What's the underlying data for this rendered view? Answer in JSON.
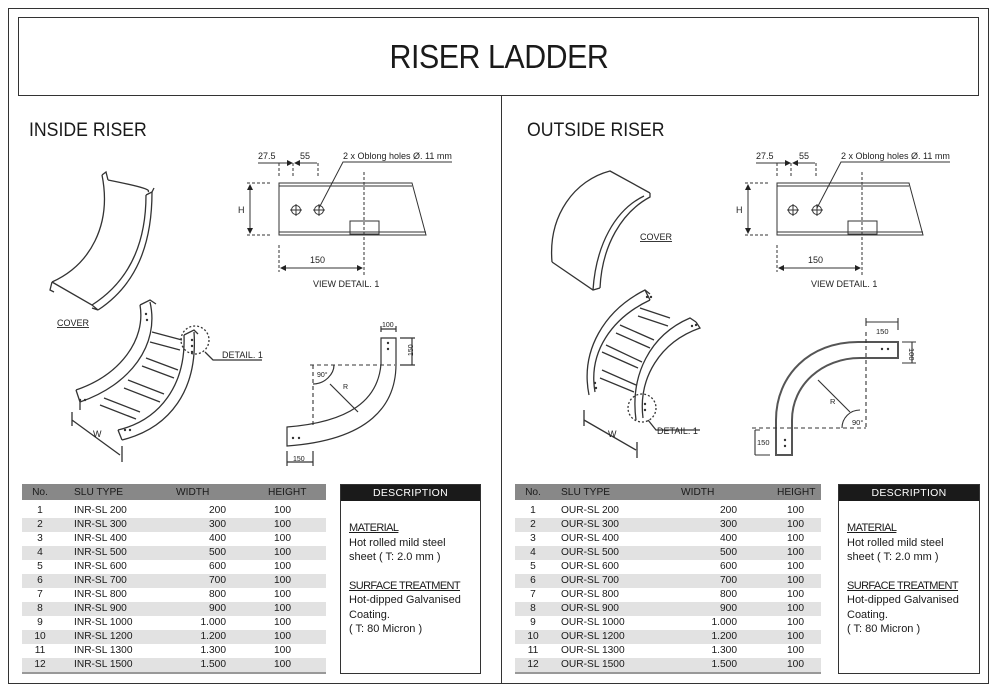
{
  "title": "RISER LADDER",
  "sections": [
    {
      "id": "inside",
      "title": "INSIDE RISER",
      "drawing_labels": {
        "cover": "COVER",
        "detail": "DETAIL. 1",
        "width_label": "W",
        "view_detail": "VIEW DETAIL. 1",
        "dim_27_5": "27.5",
        "dim_55": "55",
        "holes_note": "2 x Oblong holes Ø. 11 mm",
        "dim_h": "H",
        "dim_150": "150",
        "bend_top_width": "100",
        "bend_top_length": "150",
        "bend_bottom_length": "150",
        "angle": "90°",
        "radius": "R"
      },
      "table": {
        "headers": [
          "No.",
          "SLU TYPE",
          "WIDTH",
          "HEIGHT"
        ],
        "rows": [
          [
            "1",
            "INR-SL 200",
            "200",
            "100"
          ],
          [
            "2",
            "INR-SL 300",
            "300",
            "100"
          ],
          [
            "3",
            "INR-SL 400",
            "400",
            "100"
          ],
          [
            "4",
            "INR-SL 500",
            "500",
            "100"
          ],
          [
            "5",
            "INR-SL 600",
            "600",
            "100"
          ],
          [
            "6",
            "INR-SL 700",
            "700",
            "100"
          ],
          [
            "7",
            "INR-SL 800",
            "800",
            "100"
          ],
          [
            "8",
            "INR-SL 900",
            "900",
            "100"
          ],
          [
            "9",
            "INR-SL 1000",
            "1.000",
            "100"
          ],
          [
            "10",
            "INR-SL 1200",
            "1.200",
            "100"
          ],
          [
            "11",
            "INR-SL 1300",
            "1.300",
            "100"
          ],
          [
            "12",
            "INR-SL 1500",
            "1.500",
            "100"
          ]
        ]
      },
      "description": {
        "header": "DESCRIPTION",
        "material_title": "MATERIAL",
        "material_text": "Hot rolled mild steel sheet ( T: 2.0 mm )",
        "surface_title": "SURFACE TREATMENT",
        "surface_text_1": "Hot-dipped Galvanised Coating.",
        "surface_text_2": "( T: 80 Micron )"
      }
    },
    {
      "id": "outside",
      "title": "OUTSIDE RISER",
      "drawing_labels": {
        "cover": "COVER",
        "detail": "DETAIL. 1",
        "width_label": "W",
        "view_detail": "VIEW DETAIL. 1",
        "dim_27_5": "27.5",
        "dim_55": "55",
        "holes_note": "2 x Oblong holes Ø. 11 mm",
        "dim_h": "H",
        "dim_150": "150",
        "bend_top_length": "150",
        "bend_top_width": "100",
        "bend_bottom_length": "150",
        "angle": "90°",
        "radius": "R"
      },
      "table": {
        "headers": [
          "No.",
          "SLU TYPE",
          "WIDTH",
          "HEIGHT"
        ],
        "rows": [
          [
            "1",
            "OUR-SL 200",
            "200",
            "100"
          ],
          [
            "2",
            "OUR-SL 300",
            "300",
            "100"
          ],
          [
            "3",
            "OUR-SL 400",
            "400",
            "100"
          ],
          [
            "4",
            "OUR-SL 500",
            "500",
            "100"
          ],
          [
            "5",
            "OUR-SL 600",
            "600",
            "100"
          ],
          [
            "6",
            "OUR-SL 700",
            "700",
            "100"
          ],
          [
            "7",
            "OUR-SL 800",
            "800",
            "100"
          ],
          [
            "8",
            "OUR-SL 900",
            "900",
            "100"
          ],
          [
            "9",
            "OUR-SL 1000",
            "1.000",
            "100"
          ],
          [
            "10",
            "OUR-SL 1200",
            "1.200",
            "100"
          ],
          [
            "11",
            "OUR-SL 1300",
            "1.300",
            "100"
          ],
          [
            "12",
            "OUR-SL 1500",
            "1.500",
            "100"
          ]
        ]
      },
      "description": {
        "header": "DESCRIPTION",
        "material_title": "MATERIAL",
        "material_text": "Hot rolled mild steel sheet ( T: 2.0 mm )",
        "surface_title": "SURFACE TREATMENT",
        "surface_text_1": "Hot-dipped Galvanised Coating.",
        "surface_text_2": "( T: 80 Micron )"
      }
    }
  ],
  "colors": {
    "header_bar": "#888888",
    "row_alt": "#e2e2e2",
    "description_header": "#1a1a1a",
    "line": "#333333"
  }
}
